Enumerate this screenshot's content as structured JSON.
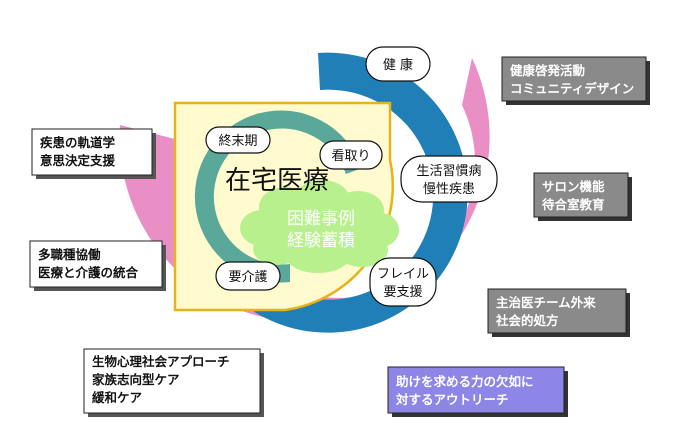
{
  "colors": {
    "outer_ring": "#ea8fc6",
    "middle_ring": "#1f7fb6",
    "inner_ring": "#5aa89a",
    "core_fill": "#fffbcf",
    "core_stroke": "#e8b21a",
    "cloud_fill": "#b8f08e",
    "cloud_text": "#ffffff",
    "pill_stroke": "#111111",
    "side_box_fill": "#ffffff",
    "right_box_fill": "#8a8a8a",
    "right_box_text": "#ffffff",
    "purple_box_fill": "#8e86e6"
  },
  "center": {
    "title": "在宅医療",
    "cloud_line1": "困難事例",
    "cloud_line2": "経験蓄積"
  },
  "inner_pills": {
    "terminal": "終末期",
    "end_of_life": "看取り",
    "care_needed": "要介護"
  },
  "middle_pills": {
    "health": "健 康",
    "lifestyle_line1": "生活習慣病",
    "lifestyle_line2": "慢性疾患",
    "frailty_line1": "フレイル",
    "frailty_line2": "要支援"
  },
  "left_boxes": [
    {
      "line1": "疾患の軌道学",
      "line2": "意思決定支援"
    },
    {
      "line1": "多職種協働",
      "line2": "医療と介護の統合"
    },
    {
      "line1": "生物心理社会アプローチ",
      "line2": "家族志向型ケア",
      "line3": "緩和ケア"
    }
  ],
  "right_boxes": [
    {
      "line1": "健康啓発活動",
      "line2": "コミュニティデザイン"
    },
    {
      "line1": "サロン機能",
      "line2": "待合室教育"
    },
    {
      "line1": "主治医チーム外来",
      "line2": "社会的処方"
    },
    {
      "line1": "助けを求める力の欠如に",
      "line2": "対するアウトリーチ"
    }
  ]
}
